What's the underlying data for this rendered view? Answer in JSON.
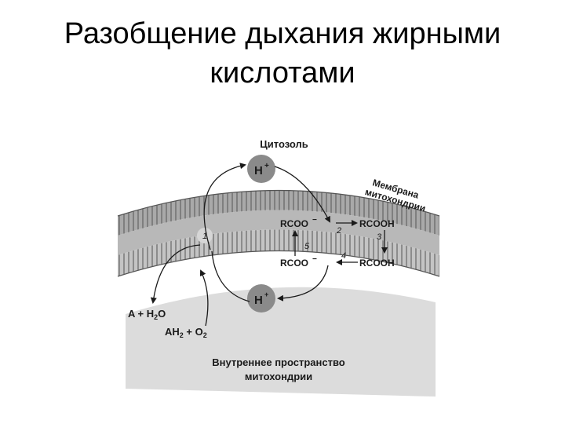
{
  "title": {
    "line1": "Разобщение дыхания жирными",
    "line2": "кислотами"
  },
  "diagram": {
    "cytosol_label": "Цитозоль",
    "membrane_label_line1": "Мембрана",
    "membrane_label_line2": "митохондрии",
    "proton_top": "H",
    "proton_top_sup": "+",
    "proton_bottom": "H",
    "proton_bottom_sup": "+",
    "rcoo_top": "RCOO",
    "rcoo_top_sup": "−",
    "rcooh_top": "RCOOH",
    "rcoo_bottom": "RCOO",
    "rcoo_bottom_sup": "−",
    "rcooh_bottom": "RCOOH",
    "step_1": "1",
    "step_2": "2",
    "step_3": "3",
    "step_4": "4",
    "step_5": "5",
    "reaction_1_a": "A + H",
    "reaction_1_sub": "2",
    "reaction_1_b": "O",
    "reaction_2_a": "AH",
    "reaction_2_sub": "2",
    "reaction_2_b": " + O",
    "reaction_2_sub2": "2",
    "matrix_label_line1": "Внутреннее пространство",
    "matrix_label_line2": "митохондрии",
    "colors": {
      "membrane_outer_band": "#a9a9a9",
      "membrane_inner_band": "#c4c4c4",
      "membrane_stripes": "#555555",
      "matrix": "#dcdcdc",
      "proton_circle": "#8a8a8a",
      "text": "#1a1a1a"
    }
  }
}
